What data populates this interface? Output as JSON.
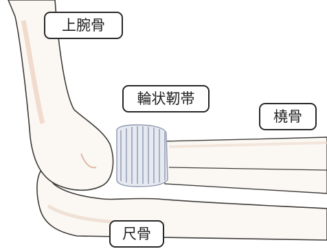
{
  "labels": {
    "humerus": "上腕骨",
    "annular_ligament": "輪状靭帯",
    "radius": "橈骨",
    "ulna": "尺骨"
  },
  "colors": {
    "bone_fill": "#fbf8f4",
    "bone_outline": "#3d3a38",
    "bone_shading": "#e9c3ad",
    "ligament_fill": "#e6e9f0",
    "ligament_stripes": "#a7afc4",
    "label_border": "#262626"
  }
}
